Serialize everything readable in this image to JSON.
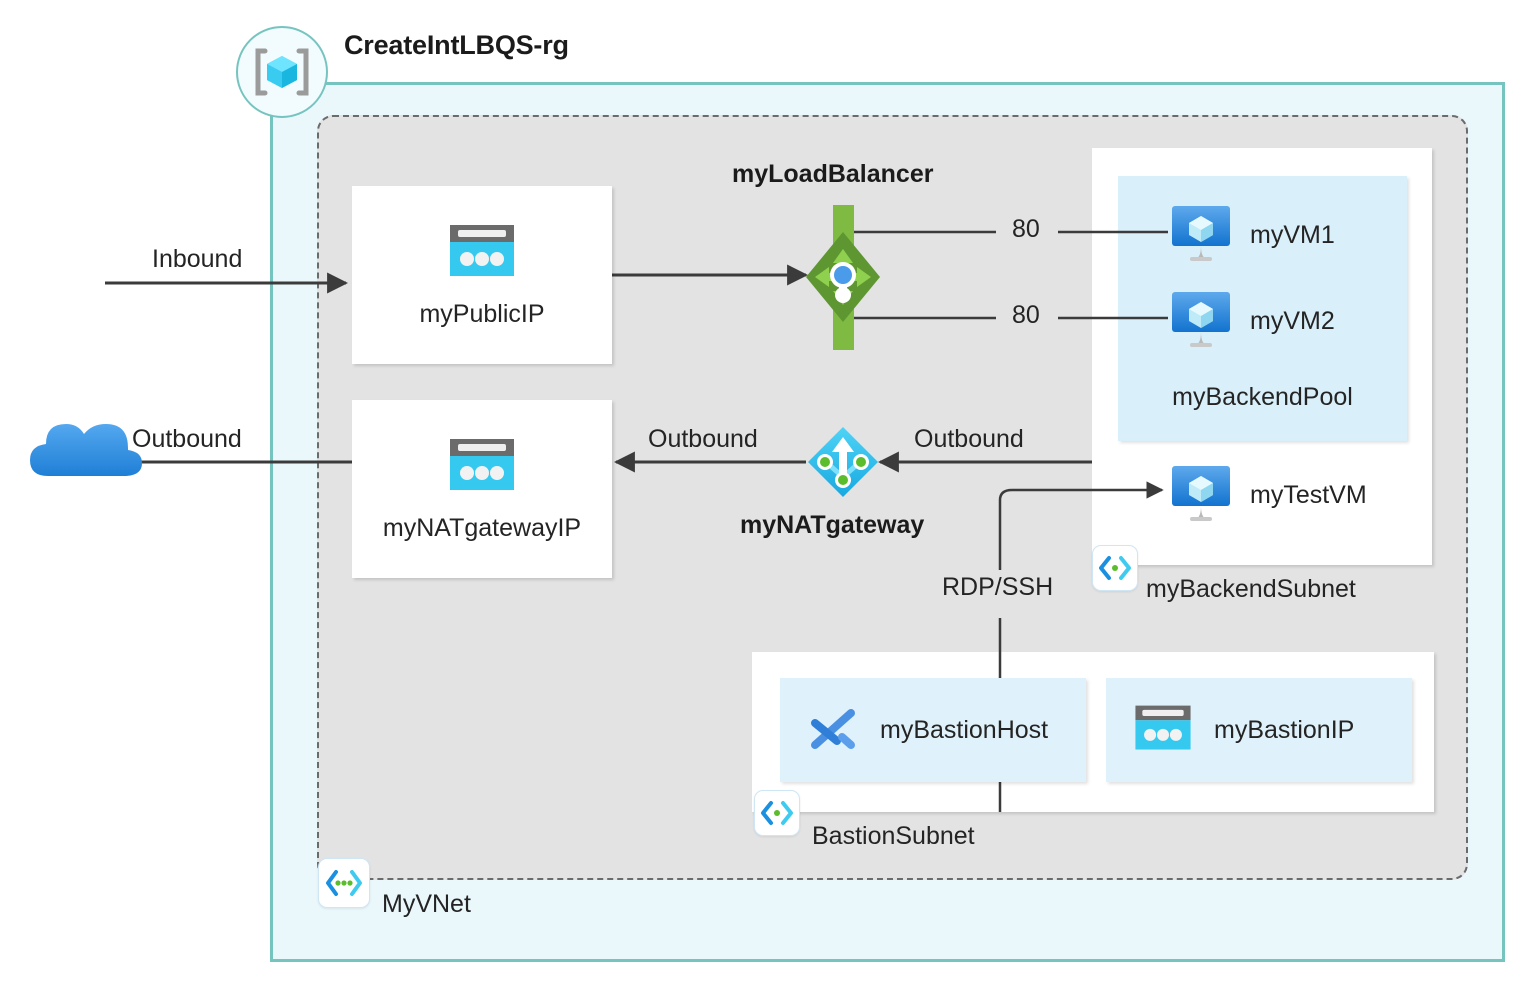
{
  "diagram": {
    "title": "CreateIntLBQS-rg",
    "resource_group": {
      "name": "CreateIntLBQS-rg",
      "icon": "resource-group-icon",
      "border_color": "#76c4c0",
      "fill_color": "#eaf8fc"
    },
    "vnet": {
      "name": "MyVNet",
      "icon": "vnet-icon",
      "fill_color": "#e3e3e3",
      "border_style": "dashed"
    },
    "internet": {
      "icon": "cloud-icon",
      "color": "#2f8de4"
    },
    "flows": {
      "inbound": "Inbound",
      "outbound_left": "Outbound",
      "outbound_mid": "Outbound",
      "outbound_right": "Outbound",
      "rdp_ssh": "RDP/SSH",
      "port_vm1": "80",
      "port_vm2": "80"
    },
    "public_ips": [
      {
        "name": "myPublicIP",
        "icon": "public-ip-icon"
      },
      {
        "name": "myNATgatewayIP",
        "icon": "public-ip-icon"
      }
    ],
    "load_balancer": {
      "name": "myLoadBalancer",
      "icon": "load-balancer-icon",
      "color": "#7fba42"
    },
    "nat_gateway": {
      "name": "myNATgateway",
      "icon": "nat-gateway-icon",
      "color": "#35c1f1"
    },
    "backend_subnet": {
      "name": "myBackendSubnet",
      "icon": "subnet-icon",
      "pool": {
        "name": "myBackendPool",
        "fill_color": "#d9effa",
        "vms": [
          {
            "name": "myVM1",
            "icon": "virtual-machine-icon"
          },
          {
            "name": "myVM2",
            "icon": "virtual-machine-icon"
          }
        ]
      },
      "test_vm": {
        "name": "myTestVM",
        "icon": "virtual-machine-icon"
      }
    },
    "bastion_subnet": {
      "name": "BastionSubnet",
      "icon": "subnet-icon",
      "items": [
        {
          "name": "myBastionHost",
          "icon": "bastion-icon"
        },
        {
          "name": "myBastionIP",
          "icon": "public-ip-icon"
        }
      ]
    }
  }
}
